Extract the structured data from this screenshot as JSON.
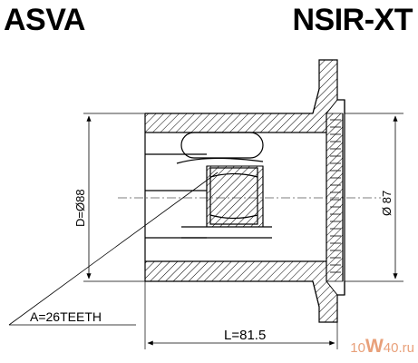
{
  "brand": "ASVA",
  "part_number": "NSIR-XT",
  "dimensions": {
    "height": "D=Ø88",
    "bore": "Ø 87",
    "teeth": "A=26TEETH",
    "length": "L=81.5"
  },
  "watermark": {
    "prefix": "10",
    "mid": "W",
    "suffix": "40.ru"
  },
  "colors": {
    "line": "#000000",
    "background": "#ffffff",
    "watermark": "#e8a07a"
  }
}
